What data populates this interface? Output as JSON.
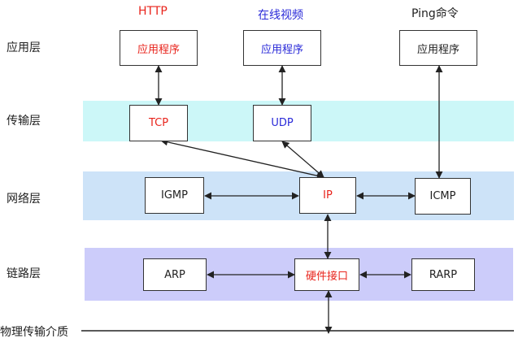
{
  "protocols": {
    "http": "HTTP",
    "video": "在线视频",
    "ping": "Ping命令"
  },
  "layers": {
    "application": "应用层",
    "transport": "传输层",
    "network": "网络层",
    "link": "链路层",
    "physical": "物理传输介质"
  },
  "boxes": {
    "app1": "应用程序",
    "app2": "应用程序",
    "app3": "应用程序",
    "tcp": "TCP",
    "udp": "UDP",
    "igmp": "IGMP",
    "ip": "IP",
    "icmp": "ICMP",
    "arp": "ARP",
    "hw": "硬件接口",
    "rarp": "RARP"
  },
  "colors": {
    "red": "#e8231b",
    "blue": "#2a2ad8",
    "transport_band": "#ccf7f8",
    "network_band": "#cde3f8",
    "link_band": "#ccccfa"
  }
}
